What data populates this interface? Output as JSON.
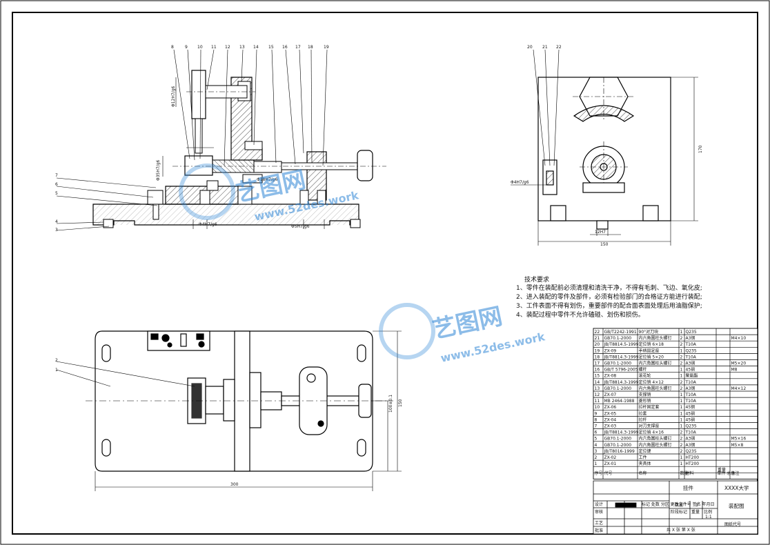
{
  "balloons_top": [
    "8",
    "9",
    "10",
    "11",
    "12",
    "13",
    "14",
    "15",
    "16",
    "17",
    "18",
    "19"
  ],
  "balloons_left": [
    "7",
    "6",
    "5",
    "4",
    "3"
  ],
  "balloons_side": [
    "20",
    "21",
    "22"
  ],
  "balloons_plan": [
    "2",
    "1"
  ],
  "dims_front": {
    "d1": "Φ12H7/g6",
    "d2": "Φ35H7/g6",
    "d3": "Φ4H7/g6",
    "d4": "Φ5H7/g6",
    "d5": "Φ18H7/g6"
  },
  "dims_side": {
    "d1": "Φ4H7/g6",
    "height": "170",
    "width": "150",
    "slot": "12H7"
  },
  "dims_plan": {
    "length": "300",
    "width": "150",
    "height2": "100±0.1"
  },
  "tech_req": {
    "title": "技术要求",
    "lines": [
      "1、零件在装配前必须清理和清洗干净，不得有毛刺、飞边、氧化皮;",
      "2、进入装配的零件及部件，必须有检验部门的合格证方能进行装配;",
      "3、工件表面不得有划伤，重要部件的配合面表面处理后用油脂保护;",
      "4、装配过程中零件不允许磕碰、划伤和损伤。"
    ]
  },
  "bom": [
    [
      "22",
      "GB/T2242-1991",
      "90°对刀块",
      "1",
      "Q235",
      "",
      ""
    ],
    [
      "21",
      "GB70.1-2000",
      "内六角圆柱头螺钉",
      "2",
      "A3钢",
      "",
      "M4×10"
    ],
    [
      "20",
      "JB/T8814.5-1999",
      "定位销 6×18",
      "2",
      "T10A",
      "",
      ""
    ],
    [
      "19",
      "ZX-09",
      "手柄固定座",
      "1",
      "Q235",
      "",
      ""
    ],
    [
      "18",
      "JB/T8814.3-1999",
      "定位销 5×20",
      "2",
      "T10A",
      "",
      ""
    ],
    [
      "17",
      "GB70.1-2000",
      "内六角圆柱头螺钉",
      "2",
      "A3钢",
      "",
      "M5×20"
    ],
    [
      "16",
      "GB/T 5796-2005",
      "螺杆",
      "1",
      "45钢",
      "",
      "M8"
    ],
    [
      "15",
      "ZX-08",
      "滚花轮",
      "1",
      "聚氨酯",
      "",
      ""
    ],
    [
      "14",
      "JB/T8814.3-1999",
      "定位销 4×12",
      "2",
      "T10A",
      "",
      ""
    ],
    [
      "13",
      "GB70.1-2000",
      "内六角圆柱头螺钉",
      "2",
      "A3钢",
      "",
      "M4×12"
    ],
    [
      "12",
      "ZX-07",
      "支撑销",
      "1",
      "T10A",
      "",
      ""
    ],
    [
      "11",
      "MB 2464-1988",
      "菱形销",
      "1",
      "T10A",
      "",
      ""
    ],
    [
      "10",
      "ZX-06",
      "拉杆固定套",
      "1",
      "45钢",
      "",
      ""
    ],
    [
      "9",
      "ZX-05",
      "拉套",
      "1",
      "45钢",
      "",
      ""
    ],
    [
      "8",
      "ZX-04",
      "拉杆",
      "1",
      "45钢",
      "",
      ""
    ],
    [
      "7",
      "ZX-03",
      "对刀支撑座",
      "1",
      "Q235",
      "",
      ""
    ],
    [
      "6",
      "JB/T8814.3-1999",
      "定位销 4×16",
      "2",
      "T10A",
      "",
      ""
    ],
    [
      "5",
      "GB70.1-2000",
      "内六角圆柱头螺钉",
      "2",
      "A3钢",
      "",
      "M5×16"
    ],
    [
      "4",
      "GB70.1-2000",
      "内六角圆柱头螺钉",
      "2",
      "A3钢",
      "",
      "M5×8"
    ],
    [
      "3",
      "JB/T8016-1999",
      "定位键",
      "2",
      "Q235",
      "",
      ""
    ],
    [
      "2",
      "ZX-02",
      "工件",
      "1",
      "HT200",
      "",
      ""
    ],
    [
      "1",
      "ZX-01",
      "夹具体",
      "1",
      "HT200",
      "",
      ""
    ]
  ],
  "bom_header": [
    "序号",
    "代号",
    "名称",
    "数量",
    "材料",
    "单件 总计",
    "备注"
  ],
  "bom_header_sub": "重量",
  "title_block": {
    "part_name": "挂件",
    "school": "XXXX大学",
    "drawing_name": "装配图",
    "qty_label": "数量",
    "qty": "1",
    "scale_label": "比例",
    "scale": "1:1",
    "weight_label": "重量",
    "design": "设计",
    "check": "审核",
    "process": "工艺",
    "approve": "批准",
    "sheets": "共 X 张  第 X 张",
    "code": "图纸代号",
    "marks": "标记 处数 分区 更改文件号 签名 年月日",
    "stage": "阶段标记"
  },
  "watermarks": [
    "艺图网",
    "www.52des.work"
  ]
}
